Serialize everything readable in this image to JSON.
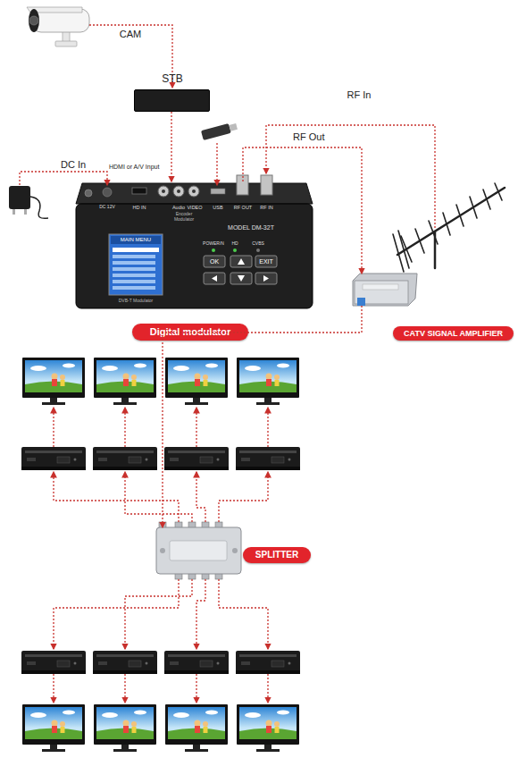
{
  "diagram": {
    "nodes": [
      {
        "text": [
          "STB"
        ]
      },
      {
        "text": [
          "Digital modulator"
        ]
      },
      {
        "text": [
          "CATV SIGNAL AMPLIFIER"
        ]
      },
      {
        "text": [
          "SPLITTER"
        ]
      }
    ],
    "edges": [
      {
        "from": 0,
        "to": 1,
        "arrow": "to",
        "label": "HDMI or A/V Input"
      },
      {
        "from": 1,
        "to": 2,
        "arrow": "to",
        "label": "RF Out"
      },
      {
        "from": 2,
        "to": 3,
        "arrow": "to"
      }
    ],
    "labels": [
      "CAM",
      "DC In",
      "RF In",
      "DC 12V",
      "HD IN",
      "Audio",
      "VIDEO",
      "USB",
      "RF OUT",
      "RF IN",
      "Encoder Modulator",
      "MODEL DM-32T",
      "MAIN MENU",
      "POWER/N",
      "HD",
      "CVBS",
      "OK",
      "EXIT",
      "DVB-T Modulator"
    ]
  }
}
